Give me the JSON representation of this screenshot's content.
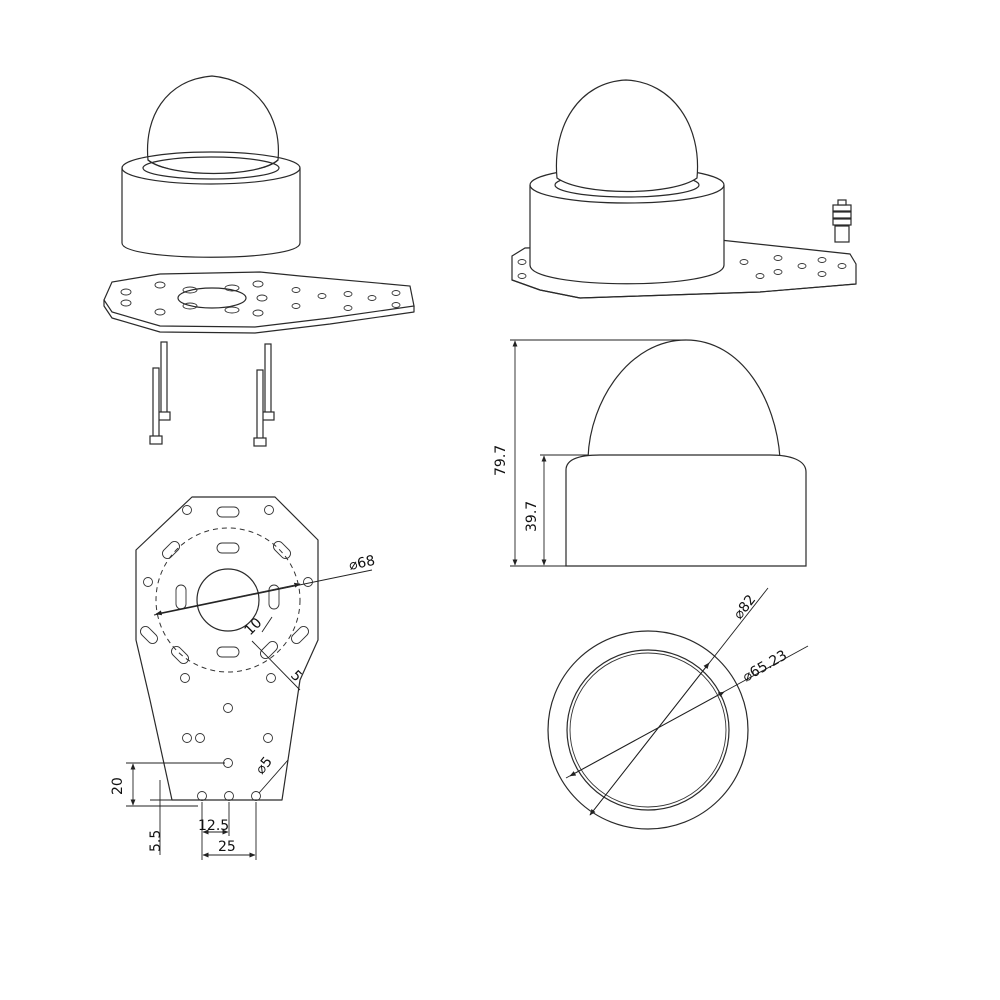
{
  "dimensions": {
    "plate_circle_diameter": "⌀68",
    "slot_length": "10",
    "slot_width": "5",
    "hole_diameter": "⌀5",
    "vertical_spacing": "20",
    "edge_offset": "5.5",
    "half_spacing": "12.5",
    "horizontal_spacing": "25",
    "total_height": "79.7",
    "base_height": "39.7",
    "outer_diameter": "⌀82",
    "inner_diameter": "⌀65.23"
  }
}
